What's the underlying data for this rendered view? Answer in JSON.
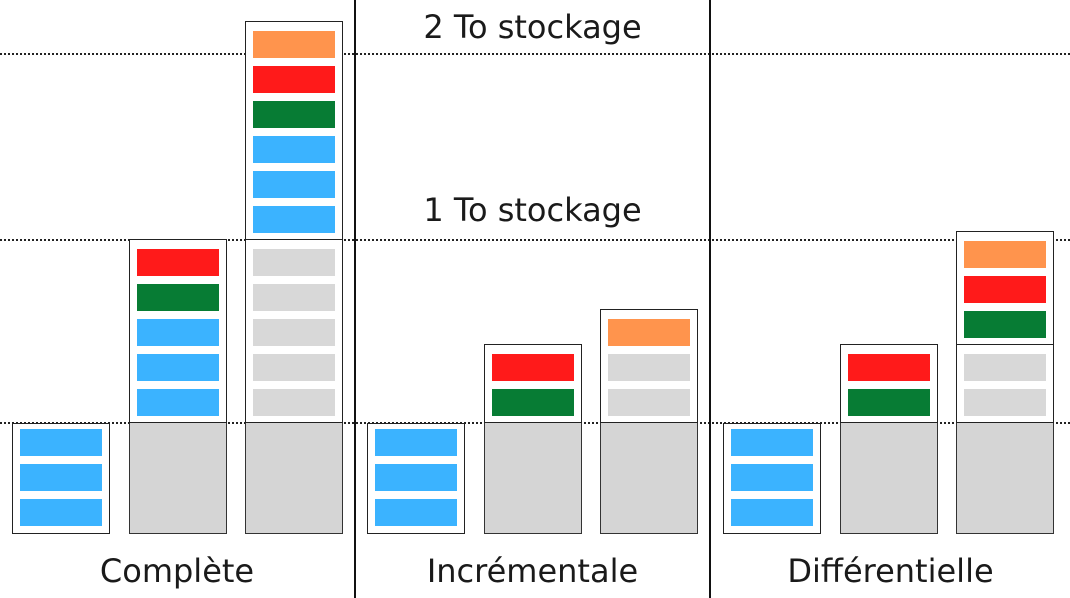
{
  "levels": [
    {
      "label": "2 To stockage"
    },
    {
      "label": "1 To stockage"
    }
  ],
  "colors": {
    "blue": "#3bb3ff",
    "green": "#077c34",
    "red": "#ff1a1a",
    "orange": "#ff944d",
    "gray": "#d8d8d8",
    "base": "#d5d5d5"
  },
  "groups": [
    {
      "label": "Complète",
      "columns": [
        {
          "old_size": 0,
          "stack": [
            "blue",
            "blue",
            "blue"
          ]
        },
        {
          "old_size": 3,
          "stack": [
            "blue",
            "blue",
            "blue",
            "green",
            "red"
          ]
        },
        {
          "old_size": 3,
          "stack": [
            "gray",
            "gray",
            "gray",
            "gray",
            "gray"
          ],
          "extra": [
            "blue",
            "blue",
            "blue",
            "green",
            "red",
            "orange"
          ]
        }
      ]
    },
    {
      "label": "Incrémentale",
      "columns": [
        {
          "old_size": 0,
          "stack": [
            "blue",
            "blue",
            "blue"
          ]
        },
        {
          "old_size": 3,
          "stack": [
            "green",
            "red"
          ]
        },
        {
          "old_size": 3,
          "stack": [
            "gray",
            "gray",
            "orange"
          ]
        }
      ]
    },
    {
      "label": "Différentielle",
      "columns": [
        {
          "old_size": 0,
          "stack": [
            "blue",
            "blue",
            "blue"
          ]
        },
        {
          "old_size": 3,
          "stack": [
            "green",
            "red"
          ]
        },
        {
          "old_size": 3,
          "stack": [
            "gray",
            "gray"
          ],
          "extra": [
            "green",
            "red",
            "orange"
          ]
        }
      ]
    }
  ]
}
